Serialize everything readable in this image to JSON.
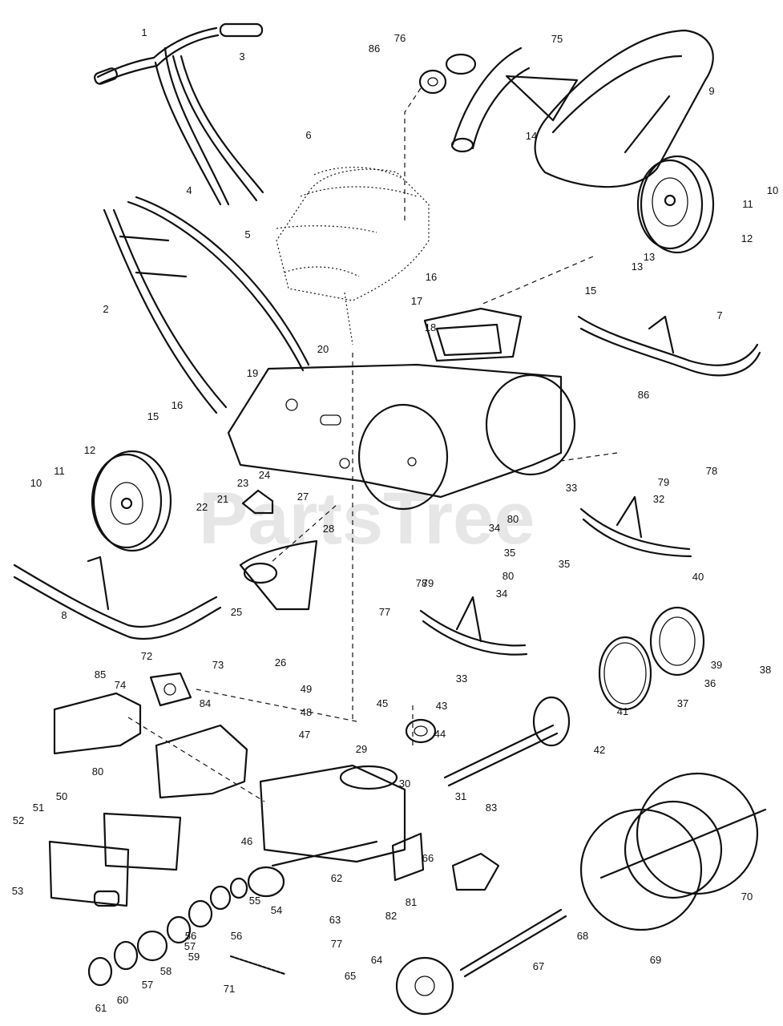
{
  "watermark": "PartsTree",
  "callouts": [
    "1",
    "2",
    "3",
    "4",
    "5",
    "6",
    "7",
    "8",
    "9",
    "10",
    "10",
    "11",
    "11",
    "12",
    "12",
    "13",
    "13",
    "14",
    "15",
    "15",
    "16",
    "16",
    "17",
    "18",
    "19",
    "20",
    "21",
    "22",
    "23",
    "24",
    "25",
    "26",
    "27",
    "28",
    "29",
    "30",
    "31",
    "32",
    "33",
    "33",
    "34",
    "34",
    "35",
    "35",
    "36",
    "37",
    "38",
    "39",
    "40",
    "41",
    "42",
    "43",
    "44",
    "45",
    "46",
    "47",
    "48",
    "49",
    "50",
    "51",
    "52",
    "53",
    "54",
    "55",
    "56",
    "56",
    "57",
    "57",
    "58",
    "59",
    "60",
    "61",
    "62",
    "63",
    "64",
    "65",
    "66",
    "67",
    "68",
    "69",
    "70",
    "71",
    "72",
    "73",
    "74",
    "75",
    "76",
    "77",
    "77",
    "78",
    "78",
    "79",
    "79",
    "80",
    "80",
    "80",
    "81",
    "82",
    "83",
    "84",
    "85",
    "86",
    "86"
  ]
}
